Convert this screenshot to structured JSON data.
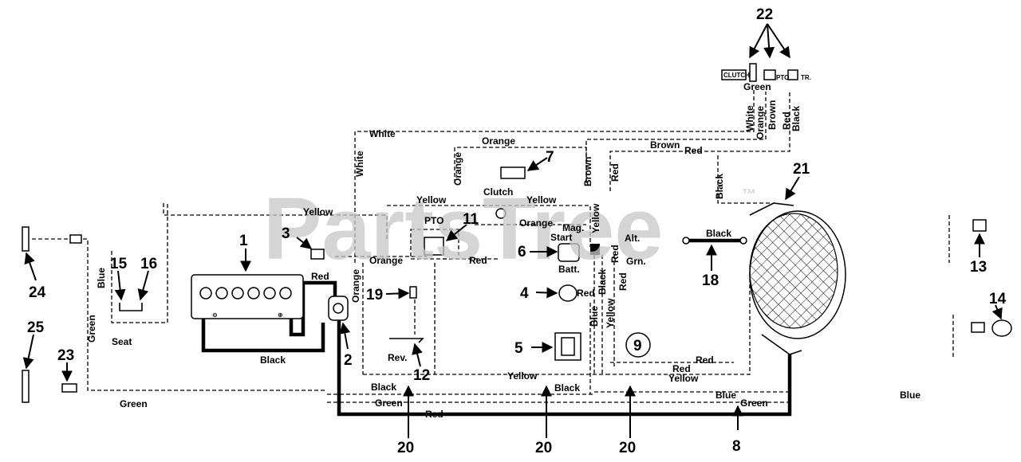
{
  "watermark": {
    "text": "PartsTree",
    "tm": "™"
  },
  "wire_labels": {
    "white_top": "White",
    "white_vertical": "White",
    "orange_top": "Orange",
    "orange_vertical": "Orange",
    "orange_mid": "Orange",
    "orange_left": "Orange",
    "orange_left_vertical": "Orange",
    "yellow_left": "Yellow",
    "yellow_mid": "Yellow",
    "yellow_clutch": "Yellow",
    "yellow_bottom": "Yellow",
    "yellow_right_bottom": "Yellow",
    "yellow_mag_vertical": "Yellow",
    "yellow_lower_vertical": "Yellow",
    "brown_top": "Brown",
    "brown_vertical": "Brown",
    "red_top": "Red",
    "red_vertical": "Red",
    "red_pto": "Red",
    "red_battery": "Red",
    "red_item4": "Red",
    "red_mag": "Red",
    "red_lower_vertical": "Red",
    "red_right1": "Red",
    "red_right2": "Red",
    "red_bottom": "Red",
    "black_top_vertical": "Black",
    "black_18": "Black",
    "black_battery": "Black",
    "black_bottom_left": "Black",
    "black_bottom_mid": "Black",
    "black_mag_vertical": "Black",
    "blue_vertical": "Blue",
    "blue_left": "Blue",
    "blue_bottom_right": "Blue",
    "blue_far_right": "Blue",
    "green_left": "Green",
    "green_bottom_left": "Green",
    "green_bottom": "Green",
    "green_bottom_right": "Green",
    "green_22": "Green",
    "grn": "Grn.",
    "white_22": "White",
    "orange_22": "Orange",
    "brown_22": "Brown",
    "red_22": "Red",
    "black_22": "Black"
  },
  "component_labels": {
    "pto": "PTO",
    "clutch": "Clutch",
    "mag": "Mag.",
    "start": "Start",
    "batt": "Batt.",
    "alt": "Alt.",
    "rev": "Rev.",
    "seat": "Seat",
    "clutch_switch": "CLUTCH",
    "pto_switch": "PTO",
    "tr_switch": "TR.",
    "battery_neg": "⊖",
    "battery_pos": "⊕"
  },
  "callouts": {
    "c1": "1",
    "c2": "2",
    "c3": "3",
    "c4": "4",
    "c5": "5",
    "c6": "6",
    "c7": "7",
    "c8": "8",
    "c9": "9",
    "c11": "11",
    "c12": "12",
    "c13": "13",
    "c14": "14",
    "c15": "15",
    "c16": "16",
    "c18": "18",
    "c19": "19",
    "c20a": "20",
    "c20b": "20",
    "c20c": "20",
    "c21": "21",
    "c22": "22",
    "c23": "23",
    "c24": "24",
    "c25": "25"
  },
  "colors": {
    "ink": "#000000",
    "paper": "#ffffff",
    "watermark": "#c8c8c8"
  }
}
